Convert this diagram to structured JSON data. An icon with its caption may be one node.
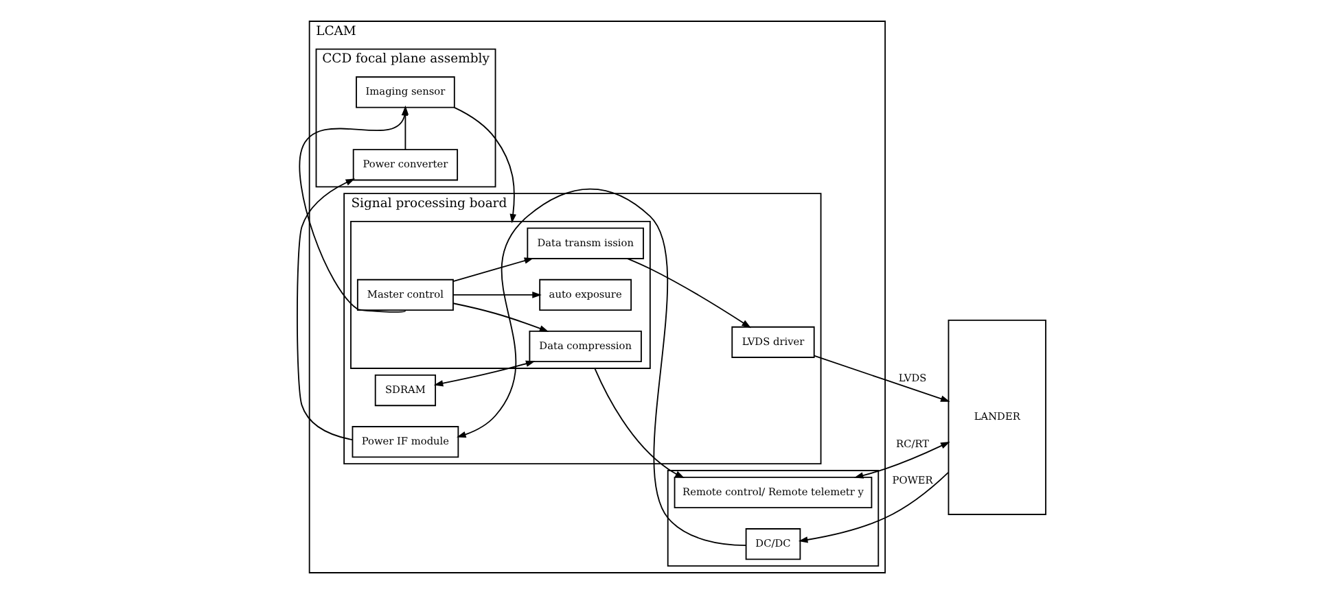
{
  "diagram": {
    "nodes": [
      {
        "text": [
          "LCAM"
        ]
      },
      {
        "text": [
          "CCD focal plane assembly"
        ],
        "in": 0
      },
      {
        "text": [
          "Imaging sensor"
        ],
        "in": 1
      },
      {
        "text": [
          "Power converter"
        ],
        "in": 1
      },
      {
        "text": [
          "Signal processing board"
        ],
        "in": 0
      },
      {
        "text": [],
        "shape": "box",
        "in": 4
      },
      {
        "text": [
          "Master control"
        ],
        "in": 5
      },
      {
        "text": [
          "Data transm ission"
        ],
        "in": 5
      },
      {
        "text": [
          "auto exposure"
        ],
        "in": 5
      },
      {
        "text": [
          "Data compression"
        ],
        "in": 5
      },
      {
        "text": [
          "LVDS driver"
        ],
        "in": 4
      },
      {
        "text": [
          "SDRAM"
        ],
        "in": 4
      },
      {
        "text": [
          "Power IF module"
        ],
        "in": 4
      },
      {
        "text": [],
        "shape": "box",
        "in": 0
      },
      {
        "text": [
          "Remote control/ Remote telemetr y"
        ],
        "in": 13
      },
      {
        "text": [
          "DC/DC"
        ],
        "in": 13
      },
      {
        "text": [
          "LANDER"
        ]
      }
    ],
    "edges": [
      {
        "from": 2,
        "to": 5,
        "arrow": "to"
      },
      {
        "from": 6,
        "to": 2,
        "arrow": "to"
      },
      {
        "from": 6,
        "to": 7,
        "arrow": "to"
      },
      {
        "from": 6,
        "to": 8,
        "arrow": "to"
      },
      {
        "from": 6,
        "to": 9,
        "arrow": "to"
      },
      {
        "from": 7,
        "to": 10,
        "arrow": "to"
      },
      {
        "from": 10,
        "to": 16,
        "arrow": "to",
        "label": "LVDS"
      },
      {
        "from": 5,
        "to": 14,
        "arrow": "to"
      },
      {
        "from": 14,
        "to": 16,
        "arrow": "both",
        "label": "RC/RT"
      },
      {
        "from": 11,
        "to": 9,
        "arrow": "both"
      },
      {
        "from": 16,
        "to": 15,
        "arrow": "to",
        "label": "POWER"
      },
      {
        "from": 15,
        "to": 12,
        "arrow": "to"
      },
      {
        "from": 12,
        "to": 3,
        "arrow": "to"
      },
      {
        "from": 3,
        "to": 2,
        "arrow": "to"
      }
    ]
  }
}
